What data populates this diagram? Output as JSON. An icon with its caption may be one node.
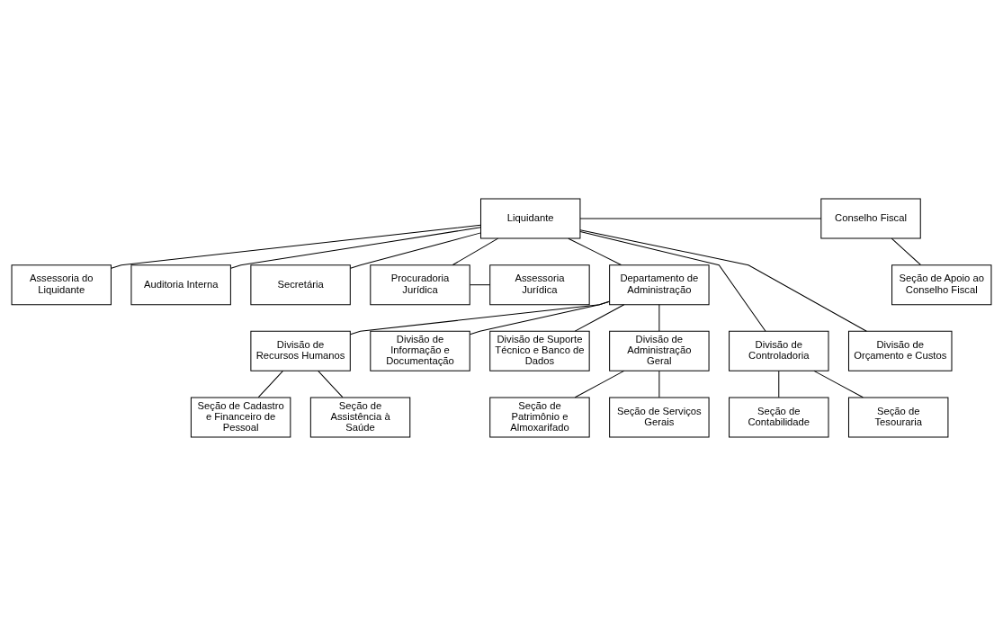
{
  "diagram": {
    "nodes": [
      {
        "text": [
          "Liquidante"
        ]
      },
      {
        "text": [
          "Conselho Fiscal"
        ]
      },
      {
        "text": [
          "Seção de Apoio ao Conselho Fiscal"
        ]
      },
      {
        "text": [
          "Assessoria do Liquidante"
        ]
      },
      {
        "text": [
          "Auditoria Interna"
        ]
      },
      {
        "text": [
          "Secretária"
        ]
      },
      {
        "text": [
          "Procuradoria Jurídica"
        ]
      },
      {
        "text": [
          "Assessoria Jurídica"
        ]
      },
      {
        "text": [
          "Departamento de Administração"
        ]
      },
      {
        "text": [
          "Divisão de Controladoria"
        ]
      },
      {
        "text": [
          "Divisão de Orçamento e Custos"
        ]
      },
      {
        "text": [
          "Divisão de Recursos Humanos"
        ]
      },
      {
        "text": [
          "Divisão de Informação e Documentação"
        ]
      },
      {
        "text": [
          "Divisão de Suporte Técnico e Banco de Dados"
        ]
      },
      {
        "text": [
          "Divisão de Administração Geral"
        ]
      },
      {
        "text": [
          "Seção de Contabilidade"
        ]
      },
      {
        "text": [
          "Seção de Cadastro e Financeiro de Pessoal"
        ]
      },
      {
        "text": [
          "Seção de Patrimônio e Almoxarifado"
        ]
      },
      {
        "text": [
          "Seção de Tesouraria"
        ]
      },
      {
        "text": [
          "Seção de Assistência à Saúde"
        ]
      },
      {
        "text": [
          "Seção de Serviços Gerais"
        ]
      }
    ],
    "edges": [
      {
        "from": 0,
        "to": 1,
        "arrow": "none"
      },
      {
        "from": 1,
        "to": 2,
        "arrow": "none"
      },
      {
        "from": 0,
        "to": 3,
        "arrow": "none"
      },
      {
        "from": 0,
        "to": 4,
        "arrow": "none"
      },
      {
        "from": 0,
        "to": 5,
        "arrow": "none"
      },
      {
        "from": 0,
        "to": 6,
        "arrow": "none"
      },
      {
        "from": 6,
        "to": 7,
        "arrow": "none"
      },
      {
        "from": 0,
        "to": 8,
        "arrow": "none"
      },
      {
        "from": 0,
        "to": 9,
        "arrow": "none"
      },
      {
        "from": 0,
        "to": 10,
        "arrow": "none"
      },
      {
        "from": 8,
        "to": 11,
        "arrow": "none"
      },
      {
        "from": 8,
        "to": 12,
        "arrow": "none"
      },
      {
        "from": 8,
        "to": 13,
        "arrow": "none"
      },
      {
        "from": 8,
        "to": 14,
        "arrow": "none"
      },
      {
        "from": 9,
        "to": 15,
        "arrow": "none"
      },
      {
        "from": 9,
        "to": 18,
        "arrow": "none"
      },
      {
        "from": 11,
        "to": 16,
        "arrow": "none"
      },
      {
        "from": 11,
        "to": 19,
        "arrow": "none"
      },
      {
        "from": 14,
        "to": 17,
        "arrow": "none"
      },
      {
        "from": 14,
        "to": 20,
        "arrow": "none"
      }
    ]
  }
}
